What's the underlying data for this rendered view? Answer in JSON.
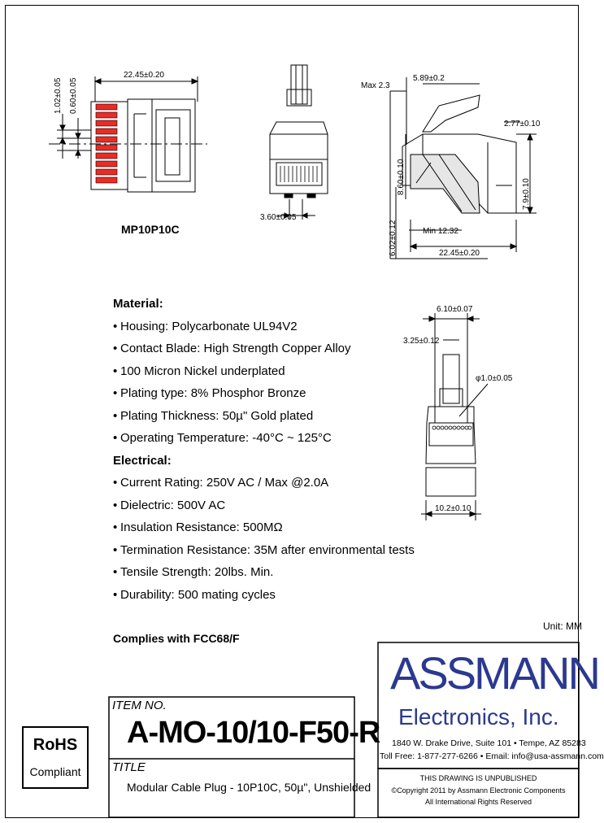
{
  "drawing": {
    "part_label": "MP10P10C",
    "dims": {
      "overall_length_top": "22.45±0.20",
      "pitch_a": "1.02±0.05",
      "pitch_b": "0.60±0.05",
      "front_width": "3.60±0.05",
      "max": "Max 2.3",
      "latch": "5.89±0.2",
      "side_a": "2.77±0.10",
      "side_height_left": "8.60±0.10",
      "side_height_right": "7.9±0.10",
      "side_bottom_left": "6.02±0.12",
      "min": "Min 12.32",
      "overall_length_side": "22.45±0.20",
      "bottom_view_top": "6.10±0.07",
      "bottom_view_a": "3.25±0.12",
      "hole": "φ1.0±0.05",
      "bottom_view_width": "10.2±0.10"
    }
  },
  "specs": {
    "material_title": "Material:",
    "material": [
      "Housing: Polycarbonate UL94V2",
      "Contact Blade: High Strength Copper Alloy",
      "100 Micron Nickel underplated",
      "Plating type: 8% Phosphor Bronze",
      "Plating Thickness: 50µ\" Gold plated",
      "Operating Temperature: -40°C ~ 125°C"
    ],
    "electrical_title": "Electrical:",
    "electrical": [
      "Current Rating: 250V AC / Max @2.0A",
      "Dielectric: 500V AC",
      "Insulation Resistance: 500MΩ",
      "Termination Resistance: 35M after environmental tests",
      "Tensile Strength: 20lbs. Min.",
      "Durability: 500 mating cycles"
    ],
    "complies": "Complies with FCC68/F"
  },
  "unit": "Unit: MM",
  "rohs": {
    "line1": "RoHS",
    "line2": "Compliant"
  },
  "item": {
    "label": "ITEM NO.",
    "number": "A-MO-10/10-F50-R",
    "title_label": "TITLE",
    "title": "Modular Cable Plug - 10P10C, 50µ\", Unshielded"
  },
  "company": {
    "name": "ASSMANN",
    "sub": "Electronics, Inc.",
    "address": "1840 W. Drake Drive, Suite 101 • Tempe, AZ 85283",
    "contact": "Toll Free: 1-877-277-6266 • Email: info@usa-assmann.com",
    "notice": "THIS DRAWING IS UNPUBLISHED",
    "copyright": "©Copyright 2011 by Assmann Electronic Components",
    "rights": "All International Rights Reserved"
  }
}
